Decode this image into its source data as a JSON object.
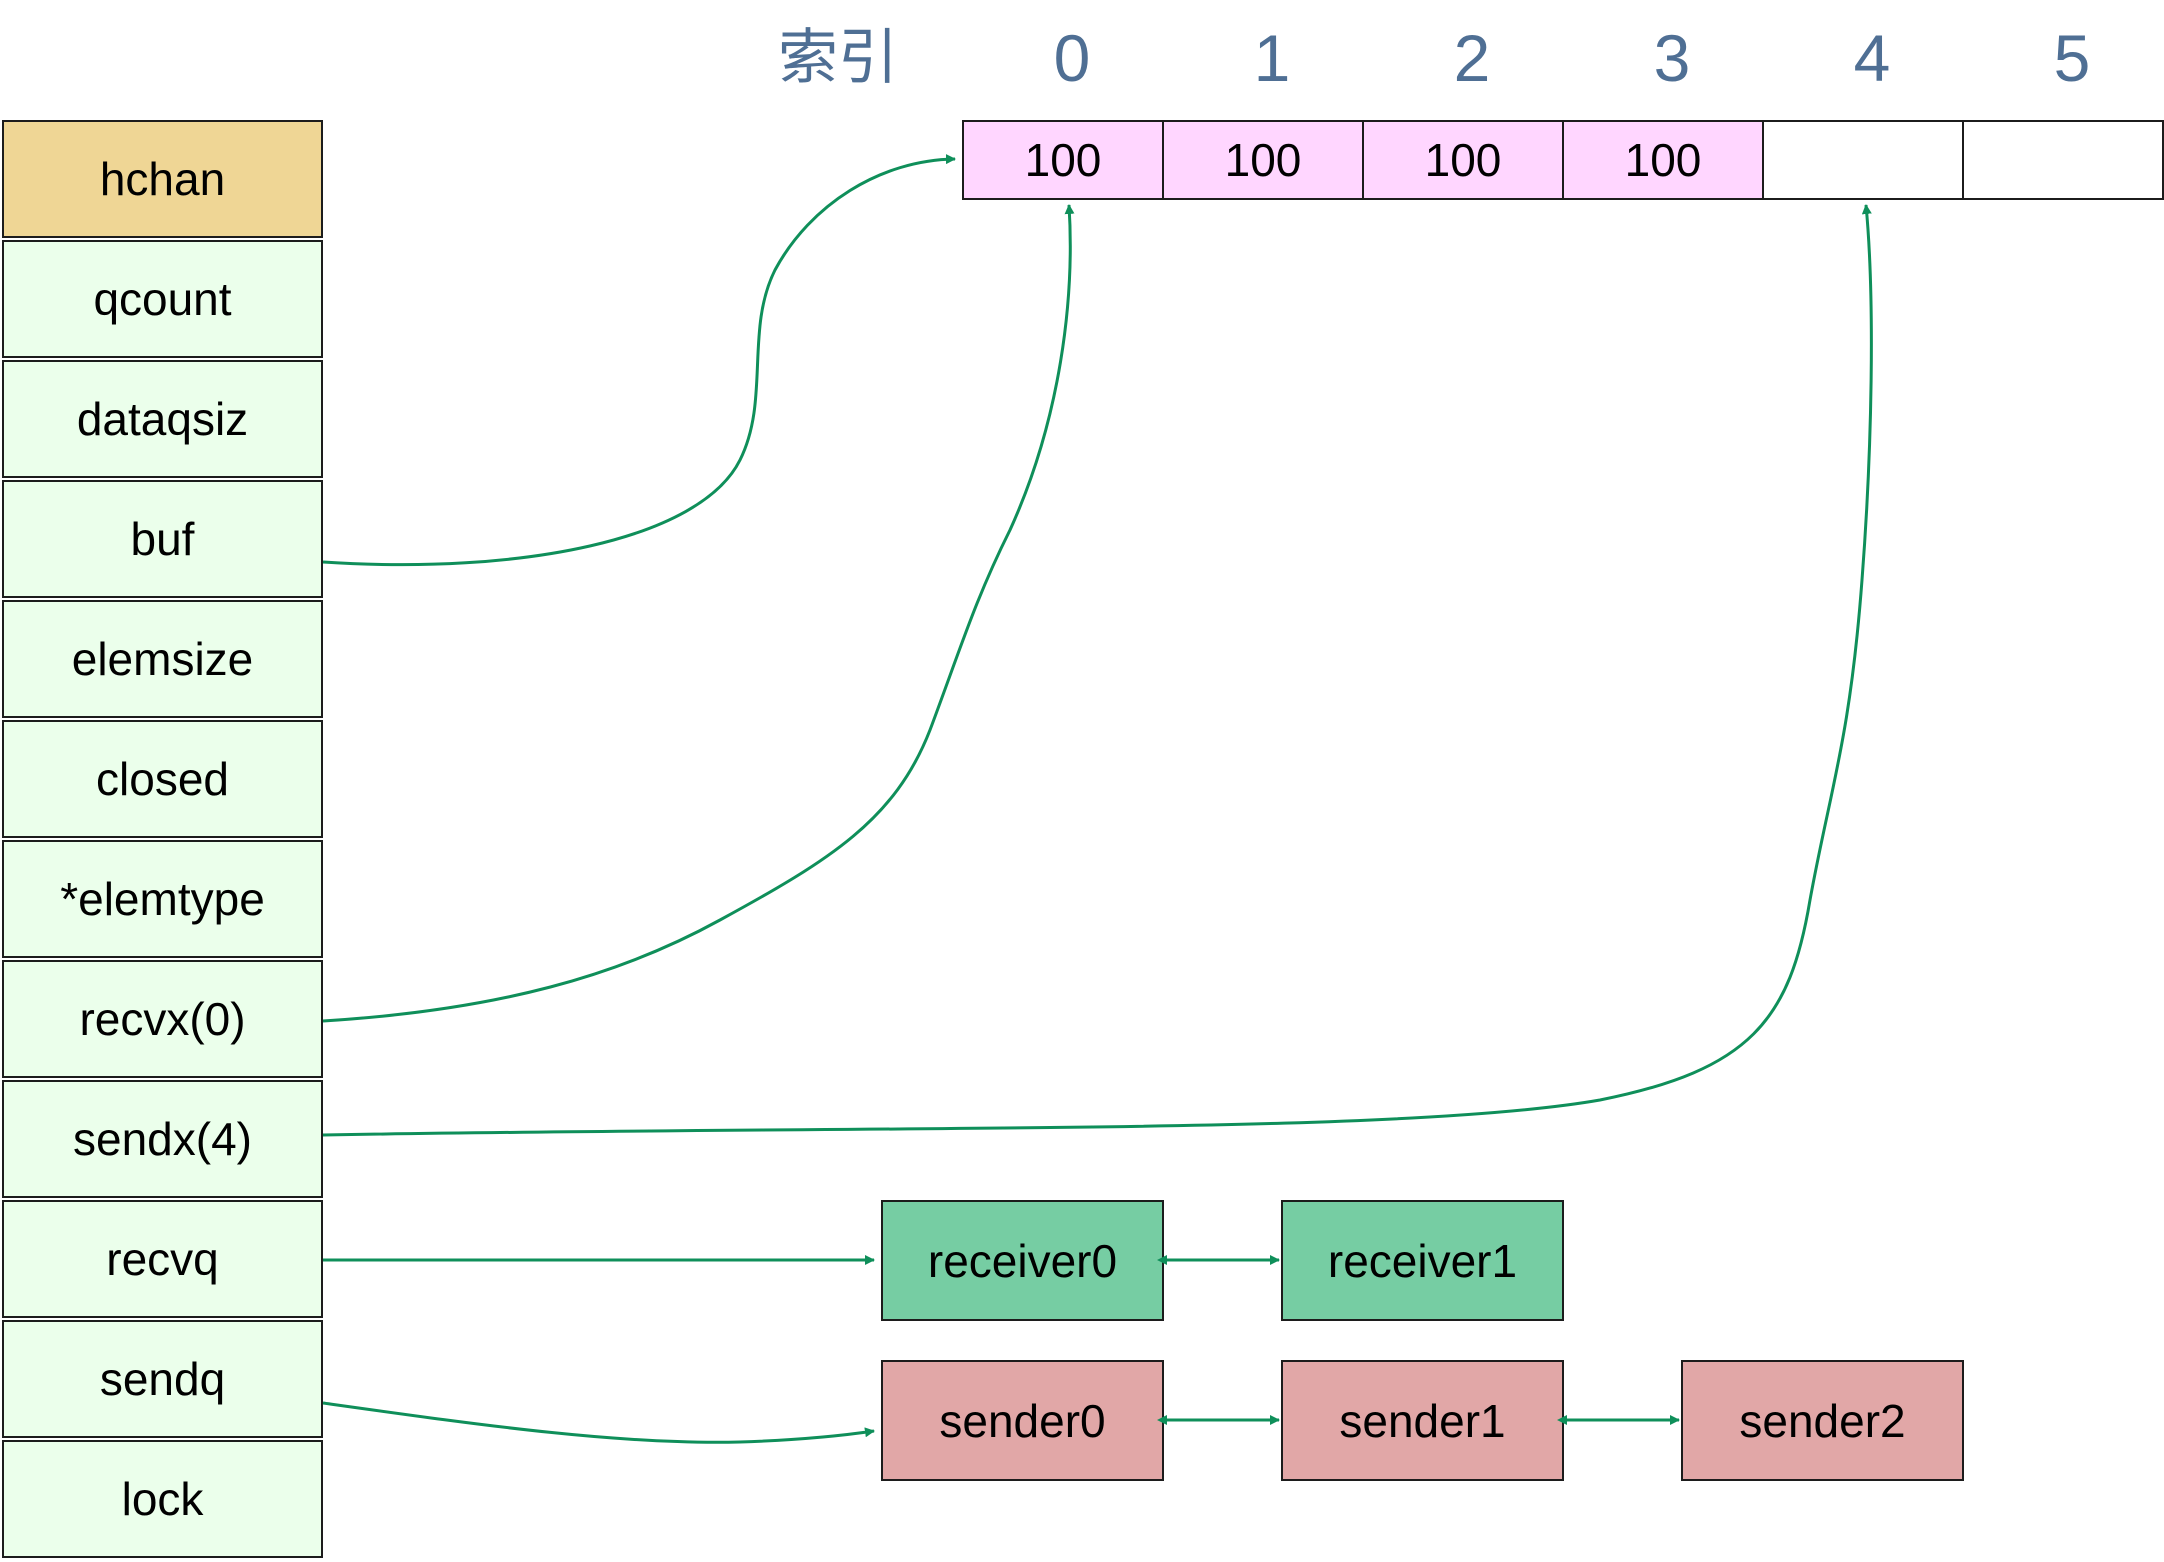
{
  "index_header": {
    "title": "索引",
    "indices": [
      "0",
      "1",
      "2",
      "3",
      "4",
      "5"
    ]
  },
  "hchan": {
    "title": "hchan",
    "fields": [
      "qcount",
      "dataqsiz",
      "buf",
      "elemsize",
      "closed",
      "*elemtype",
      "recvx(0)",
      "sendx(4)",
      "recvq",
      "sendq",
      "lock"
    ]
  },
  "buffer": {
    "cells": [
      "100",
      "100",
      "100",
      "100",
      "",
      ""
    ]
  },
  "recvq": {
    "nodes": [
      "receiver0",
      "receiver1"
    ]
  },
  "sendq": {
    "nodes": [
      "sender0",
      "sender1",
      "sender2"
    ]
  },
  "colors": {
    "arrow": "#0f8f5a",
    "index_text": "#4f6f94",
    "header_fill": "#efd695",
    "field_fill": "#ebffeb",
    "filled_cell": "#ffd6ff",
    "receiver_fill": "#76cda3",
    "sender_fill": "#e1a7a7"
  }
}
